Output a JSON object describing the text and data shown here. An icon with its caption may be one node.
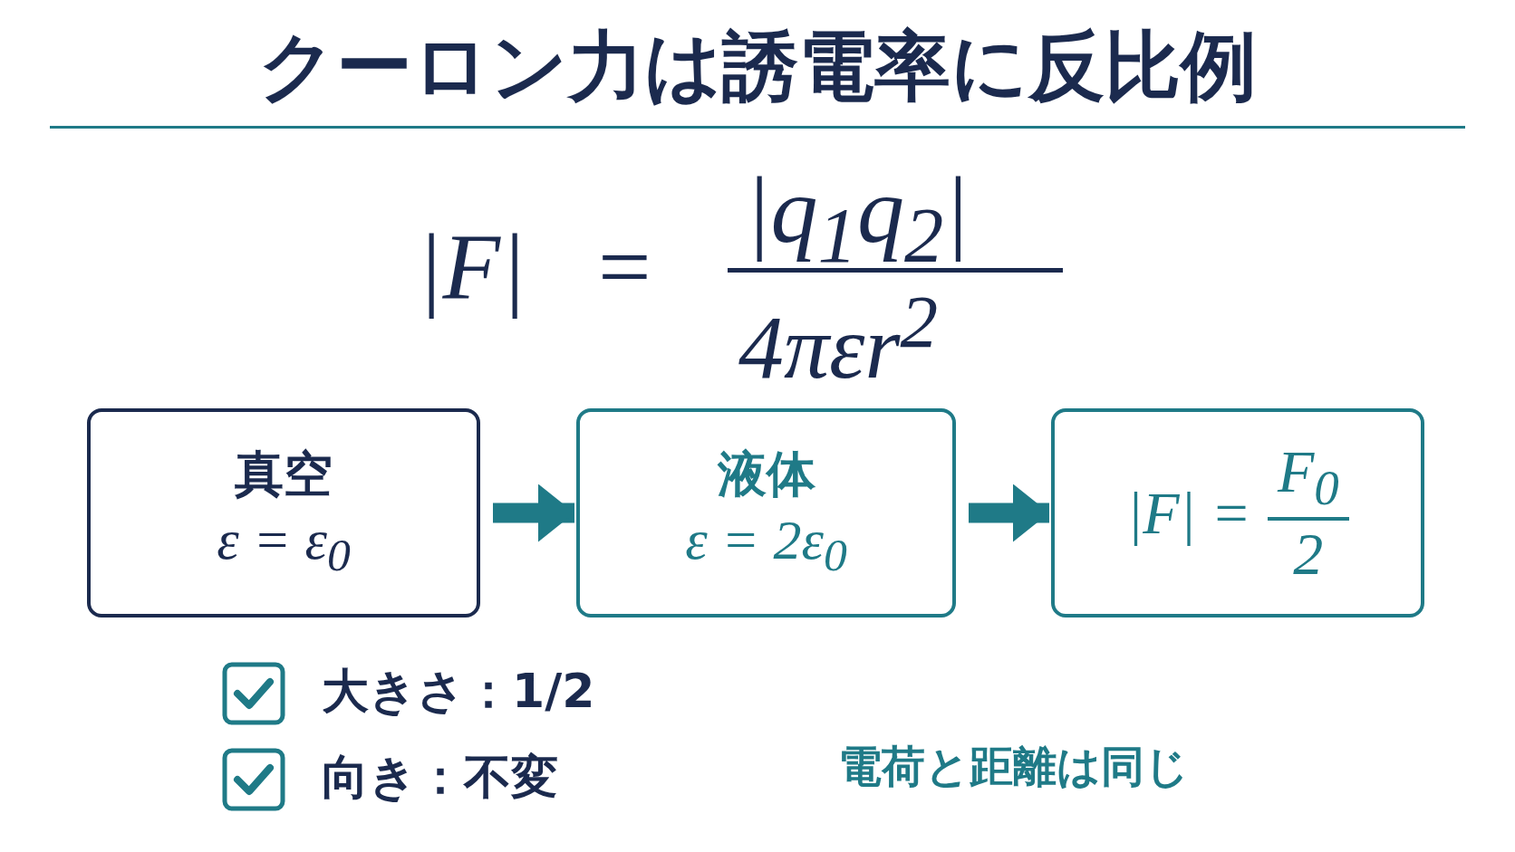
{
  "diagram": {
    "title": "クーロン力は誘電率に反比例",
    "nodes": [
      {
        "text": [
          "真空",
          "ε = ε$_{0}$"
        ]
      },
      {
        "text": [
          "液体",
          "ε = 2ε$_{0}$"
        ]
      },
      {
        "text": [
          "|F| =",
          "F$_{0}$",
          "2"
        ]
      }
    ],
    "edges": [
      {
        "from": 0,
        "to": 1,
        "arrow": "to"
      },
      {
        "from": 1,
        "to": 2,
        "arrow": "to"
      }
    ],
    "labels": [
      "|F|",
      "=",
      "|q$_{1}$q$_{2}$|",
      "4πεr$^{2}$",
      "大きさ：1/2",
      "向き：不変",
      "電荷と距離は同じ"
    ]
  }
}
